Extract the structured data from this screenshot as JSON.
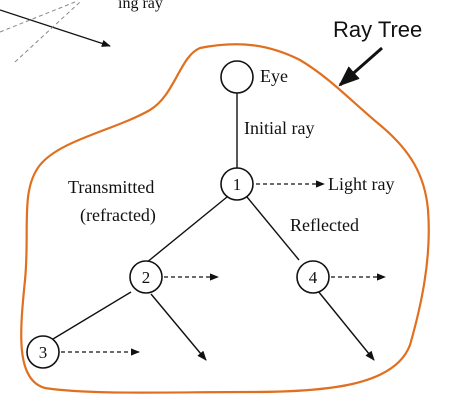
{
  "title": "Ray Tree",
  "top_fragment": "ing ray",
  "colors": {
    "outline": "#e07020",
    "ink": "#111111"
  },
  "nodes": {
    "eye": "Eye",
    "n1": "1",
    "n2": "2",
    "n3": "3",
    "n4": "4"
  },
  "labels": {
    "initial_ray": "Initial ray",
    "light_ray": "Light ray",
    "transmitted": "Transmitted",
    "refracted": "(refracted)",
    "reflected": "Reflected"
  }
}
